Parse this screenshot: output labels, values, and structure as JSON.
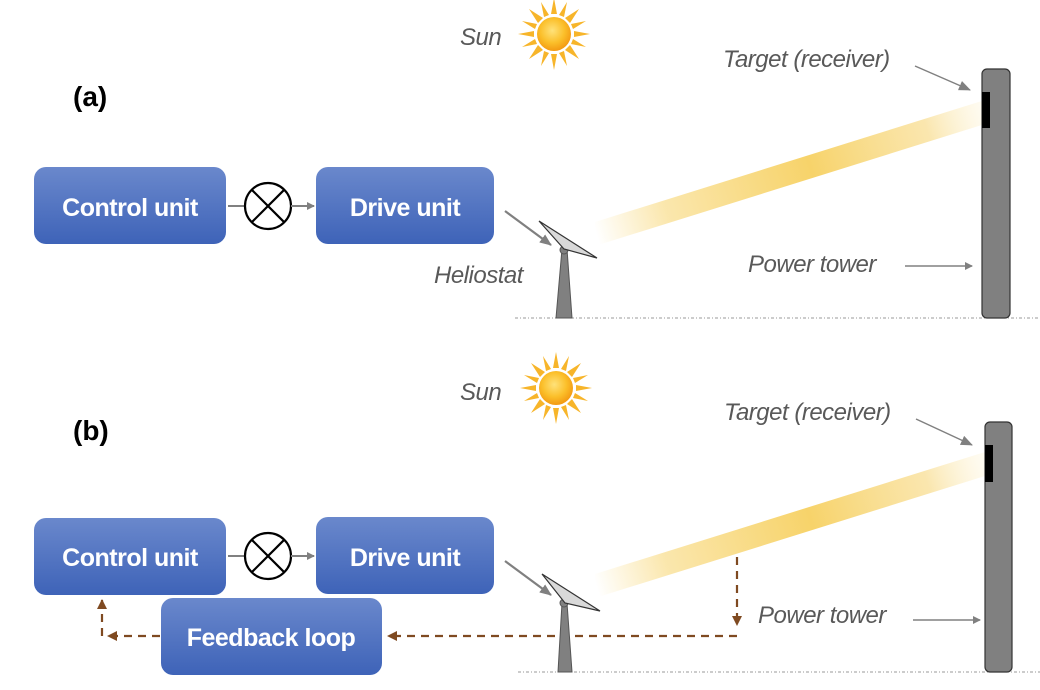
{
  "colors": {
    "box_top": "#6a88cc",
    "box_bottom": "#3e63b8",
    "arrow_gray": "#808080",
    "feedback_brown": "#7f4a21",
    "tower_fill": "#808080",
    "beam_yellow": "#f7d36a",
    "label_gray": "#595959"
  },
  "panel_a": {
    "label": "(a)",
    "control_unit": "Control unit",
    "drive_unit": "Drive unit",
    "sun_label": "Sun",
    "heliostat_label": "Heliostat",
    "target_label": "Target (receiver)",
    "tower_label": "Power tower"
  },
  "panel_b": {
    "label": "(b)",
    "control_unit": "Control unit",
    "drive_unit": "Drive unit",
    "feedback_loop": "Feedback loop",
    "sun_label": "Sun",
    "target_label": "Target (receiver)",
    "tower_label": "Power tower"
  }
}
